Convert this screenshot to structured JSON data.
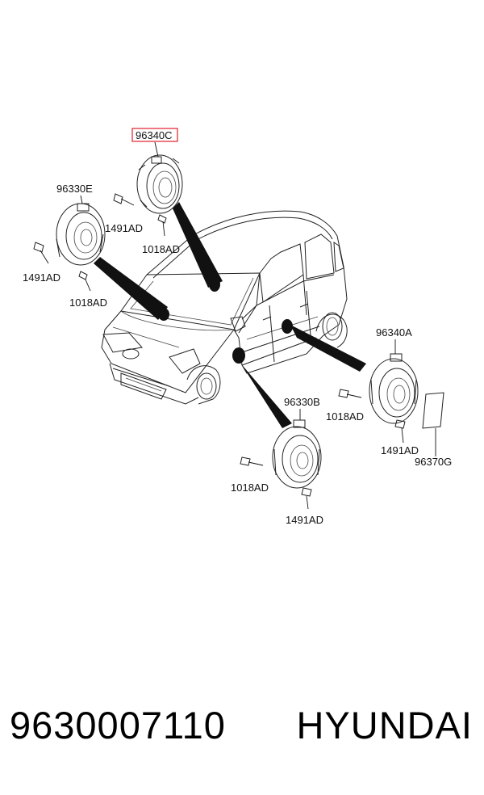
{
  "callouts": {
    "front_tweeter": "96340C",
    "front_left_speaker": "96330E",
    "rear_right_speaker": "96340A",
    "front_right_speaker": "96330B",
    "amplifier_plate": "96370G",
    "screw_a": "1491AD",
    "bolt_a": "1018AD",
    "screw_b": "1491AD",
    "bolt_b": "1018AD",
    "bolt_c": "1018AD",
    "screw_c": "1491AD",
    "bolt_d": "1018AD",
    "screw_d": "1491AD"
  },
  "highlight_color": "#e0202a",
  "footer": {
    "part_number": "9630007110",
    "brand": "HYUNDAI"
  }
}
